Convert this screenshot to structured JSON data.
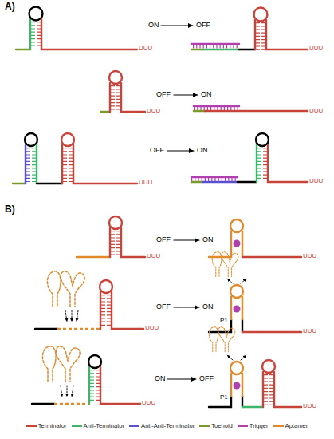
{
  "diagram": {
    "labels": [
      "A)",
      "UUU",
      "ON",
      "OFF",
      "UUU",
      "UUU",
      "OFF",
      "ON",
      "UUU",
      "UUU",
      "OFF",
      "ON",
      "UUU",
      "B)",
      "UUU",
      "OFF",
      "ON",
      "UUU",
      "UUU",
      "OFF",
      "ON",
      "P1",
      "UUU",
      "UUU",
      "ON",
      "OFF",
      "P1",
      "UUU"
    ],
    "legend": [
      {
        "text": "Terminator",
        "color": "#c8433a"
      },
      {
        "text": "Anti-Terminator",
        "color": "#3db56a"
      },
      {
        "text": "Anti-Anti-Terminator",
        "color": "#5a4fcf"
      },
      {
        "text": "Toehold",
        "color": "#7b9a2c"
      },
      {
        "text": "Trigger",
        "color": "#b040b0"
      },
      {
        "text": "Aptamer",
        "color": "#e08a2c"
      }
    ]
  }
}
